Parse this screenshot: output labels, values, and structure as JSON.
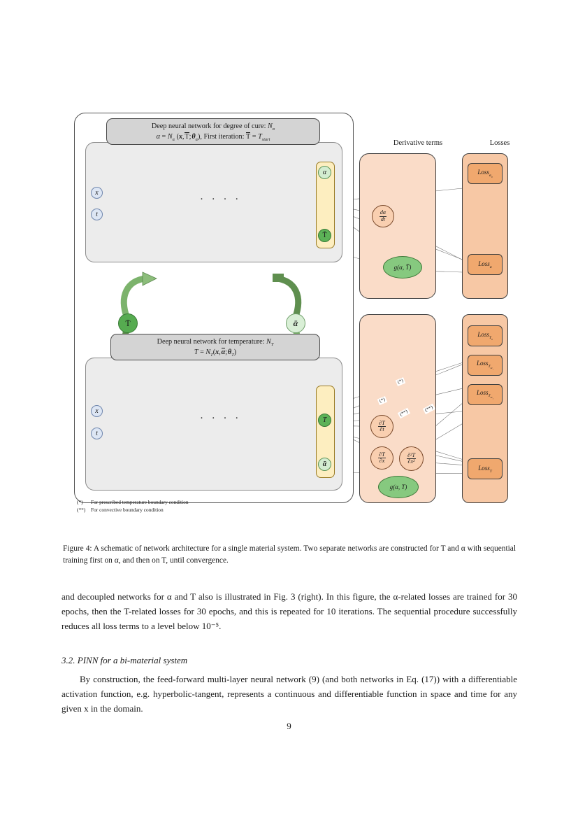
{
  "figure": {
    "top_network": {
      "title_line1": "Deep neural network for degree of cure: 𝒩α",
      "title_line2": "α = 𝒩α (x, T̄; θα), First iteration: T̄ = T_start",
      "inputs": [
        "x",
        "t"
      ],
      "outputs": [
        "α",
        "T̄"
      ]
    },
    "bottom_network": {
      "title_line1": "Deep neural network for temperature: 𝒩T",
      "title_line2": "T = 𝒩T(x, ᾱ; θT)",
      "inputs": [
        "x",
        "t"
      ],
      "outputs": [
        "T",
        "ᾱ"
      ]
    },
    "exchange": {
      "left_label": "T̄",
      "right_label": "ᾱ"
    },
    "columns": {
      "derivative_terms": "Derivative terms",
      "losses": "Losses"
    },
    "top_derivatives": [
      {
        "kind": "fraction",
        "num": "dα",
        "den": "dt"
      },
      {
        "kind": "ellipse",
        "label": "g(α, T̄)"
      }
    ],
    "top_losses": [
      "Lossα₀",
      "Lossα"
    ],
    "bottom_derivatives": [
      {
        "kind": "fraction",
        "num": "∂T",
        "den": "∂t"
      },
      {
        "kind": "fraction",
        "num": "∂T",
        "den": "∂x"
      },
      {
        "kind": "fraction",
        "num": "∂²T",
        "den": "∂x²"
      },
      {
        "kind": "ellipse",
        "label": "g(α, T)"
      }
    ],
    "bottom_losses": [
      "LossT₀",
      "LossT_bc1",
      "LossT_bc2",
      "LossT"
    ],
    "edge_tags": [
      "(*)",
      "(*)",
      "(**)",
      "(**)"
    ],
    "dots": "· · · ·",
    "notes": [
      {
        "mark": "(*)",
        "text": "For prescribed temperature boundary condition"
      },
      {
        "mark": "(**)",
        "text": "For convective boundary condition"
      }
    ],
    "colors": {
      "panel_gray": "#ececec",
      "title_gray": "#d4d4d4",
      "output_yellow": "#fdeec0",
      "input_blue": "#dde6f4",
      "green_dark": "#56ab50",
      "green_light": "#d3ecd0",
      "peach_panel": "#fadcc8",
      "loss_panel": "#f7c8a5",
      "loss_box": "#f0a86e",
      "arrow_green": "#7cb36c"
    }
  },
  "caption": {
    "label": "Figure 4:",
    "text": " A schematic of network architecture for a single material system. Two separate networks are constructed for T and α with sequential training first on α, and then on T, until convergence."
  },
  "body": {
    "paragraph_1": "and decoupled networks for α and T also is illustrated in Fig. 3 (right). In this figure, the α-related losses are trained for 30 epochs, then the T-related losses for 30 epochs, and this is repeated for 10 iterations. The sequential procedure successfully reduces all loss terms to a level below 10⁻⁵.",
    "section_heading": "3.2.  PINN for a bi-material system",
    "paragraph_2": "By construction, the feed-forward multi-layer neural network (9) (and both networks in Eq. (17)) with a differentiable activation function, e.g. hyperbolic-tangent, represents a continuous and differentiable function in space and time for any given x in the domain.",
    "page_number": "9"
  }
}
